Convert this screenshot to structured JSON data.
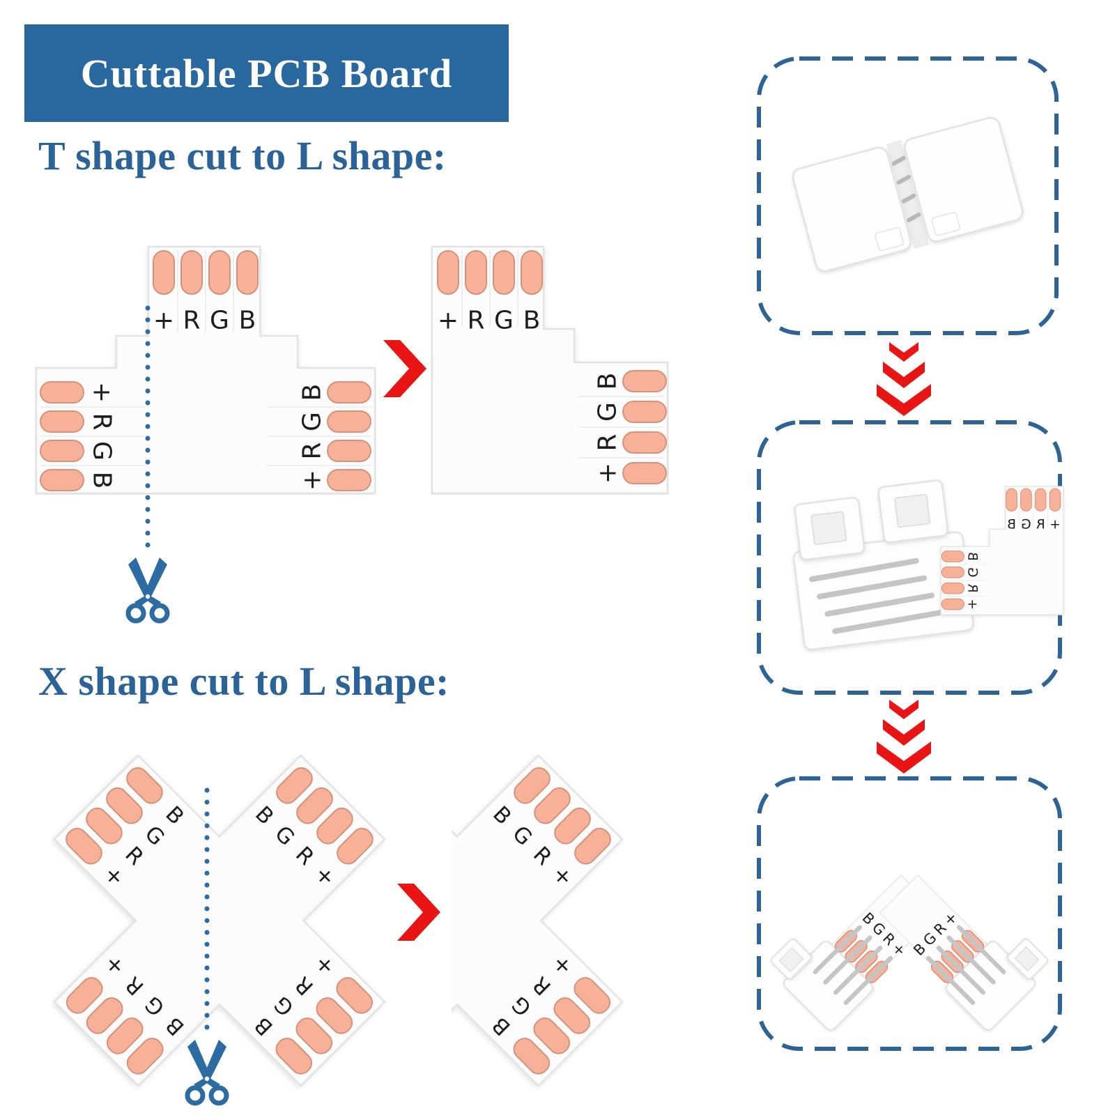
{
  "banner": {
    "title": "Cuttable PCB Board"
  },
  "sections": {
    "t": {
      "heading": "T shape cut to L shape:"
    },
    "x": {
      "heading": "X shape cut to L shape:"
    }
  },
  "pads": {
    "t_top": [
      "+",
      "R",
      "G",
      "B"
    ],
    "t_left": [
      "+",
      "R",
      "G",
      "B"
    ],
    "t_right": [
      "B",
      "G",
      "R",
      "+"
    ],
    "l_top": [
      "+",
      "R",
      "G",
      "B"
    ],
    "l_right": [
      "B",
      "G",
      "R",
      "+"
    ],
    "x_n": [
      "B",
      "G",
      "R",
      "+"
    ],
    "x_w": [
      "B",
      "G",
      "R",
      "+"
    ],
    "x_s": [
      "+",
      "R",
      "G",
      "B"
    ],
    "x_e": [
      "+",
      "R",
      "G",
      "B"
    ],
    "assembly_left": [
      "B",
      "G",
      "R",
      "+"
    ],
    "assembly_right": [
      "+",
      "R",
      "G",
      "B"
    ]
  },
  "icons": {
    "scissors": "scissors-icon",
    "red_chevron_right": "chevron-right-arrow-icon",
    "red_triple_chevron_down": "triple-chevron-down-icon"
  },
  "colors": {
    "banner_bg": "#28689e",
    "banner_text": "#ffffff",
    "heading": "#2b6399",
    "dashed_border": "#2d6397",
    "dotted_line": "#2e6ca8",
    "scissors": "#2d6ca3",
    "arrow_red": "#e91515",
    "pad_fill": "#f6b198",
    "pad_stroke": "#d6917a",
    "board_fill": "#fcfcfc",
    "board_stroke": "#e3e3e3",
    "label_ink": "#1d1d1d"
  }
}
